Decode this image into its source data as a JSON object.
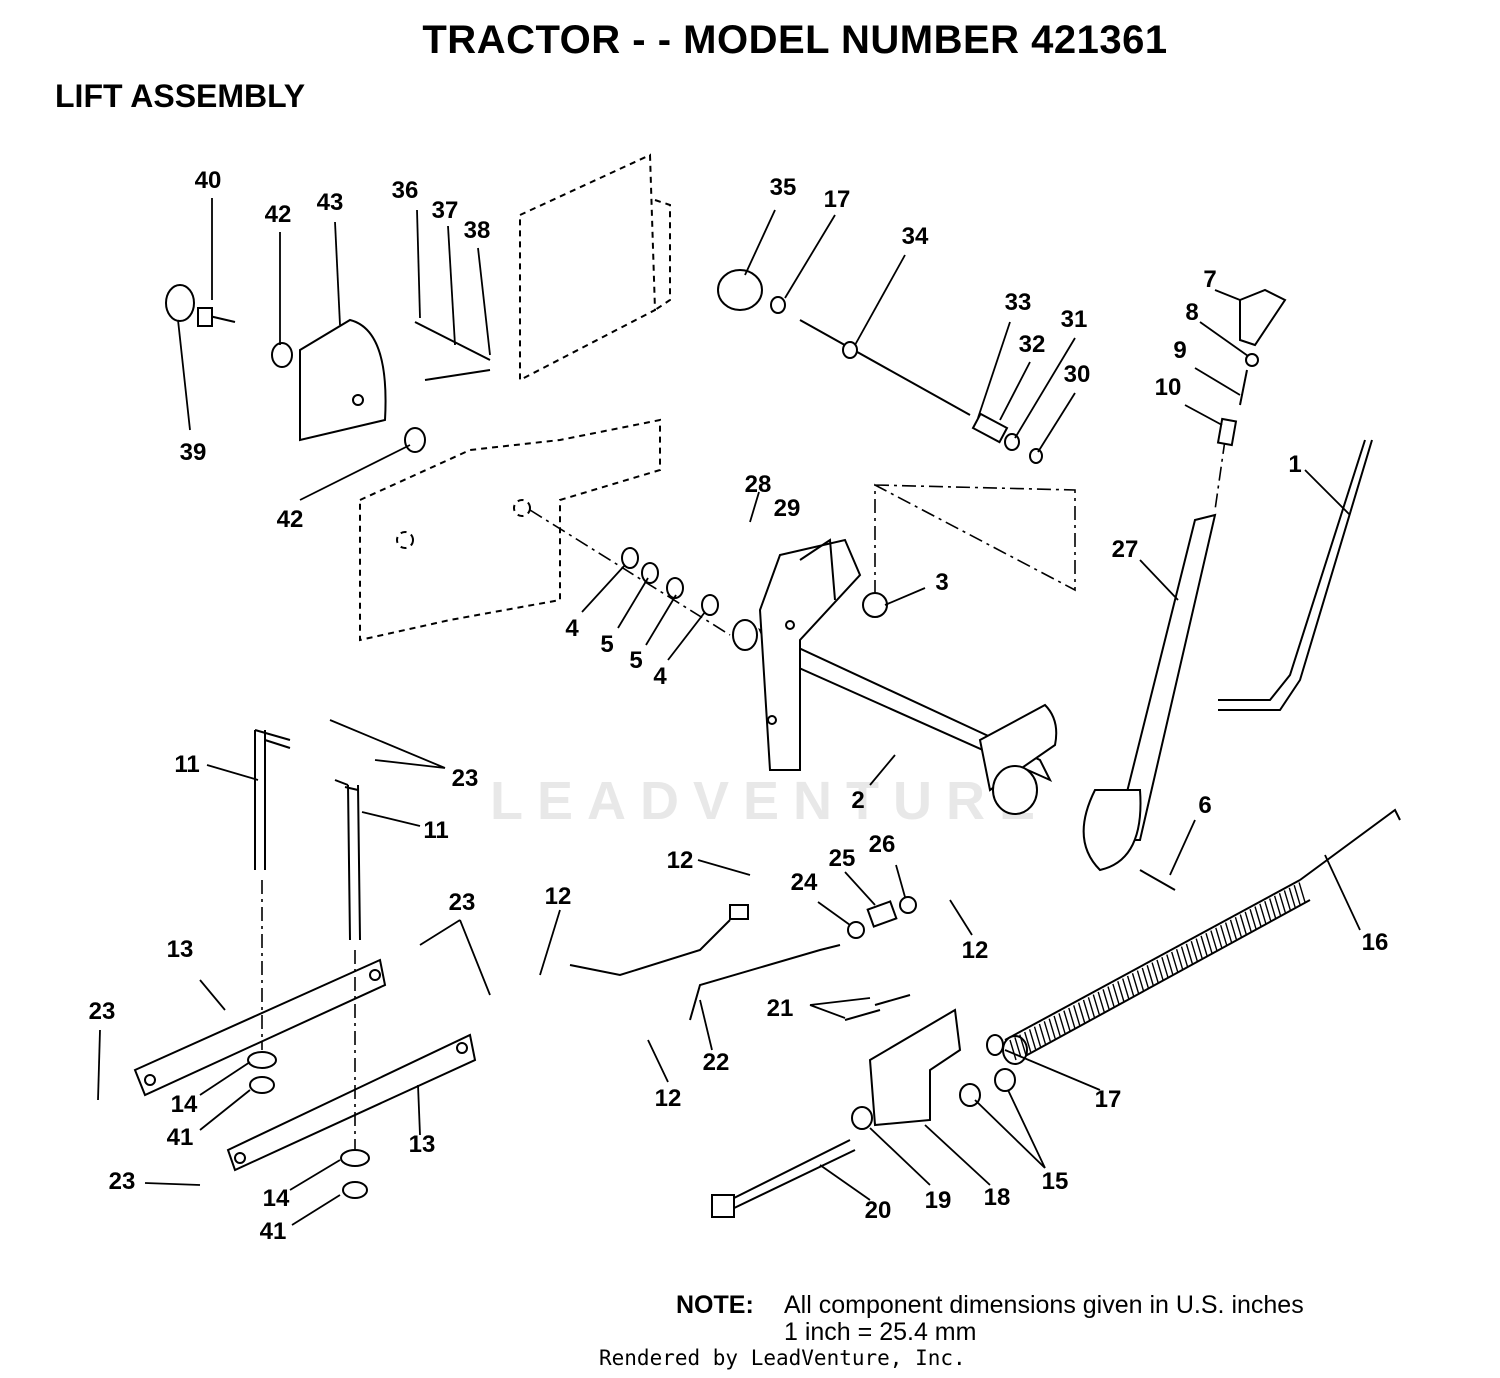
{
  "title": "TRACTOR - - MODEL NUMBER 421361",
  "subtitle": "LIFT ASSEMBLY",
  "watermark": "LEADVENTURE",
  "note": {
    "label": "NOTE:",
    "line1": "All component dimensions given in U.S. inches",
    "line2": "1 inch = 25.4 mm"
  },
  "footer": "Rendered by LeadVenture, Inc.",
  "callouts": [
    "40",
    "42",
    "43",
    "36",
    "37",
    "38",
    "39",
    "42",
    "35",
    "17",
    "34",
    "33",
    "32",
    "31",
    "30",
    "7",
    "8",
    "9",
    "10",
    "1",
    "27",
    "28",
    "29",
    "3",
    "4",
    "5",
    "5",
    "4",
    "2",
    "11",
    "23",
    "11",
    "6",
    "12",
    "25",
    "26",
    "24",
    "12",
    "12",
    "16",
    "23",
    "13",
    "23",
    "21",
    "14",
    "41",
    "22",
    "17",
    "12",
    "13",
    "15",
    "18",
    "19",
    "20",
    "23",
    "14",
    "41"
  ]
}
